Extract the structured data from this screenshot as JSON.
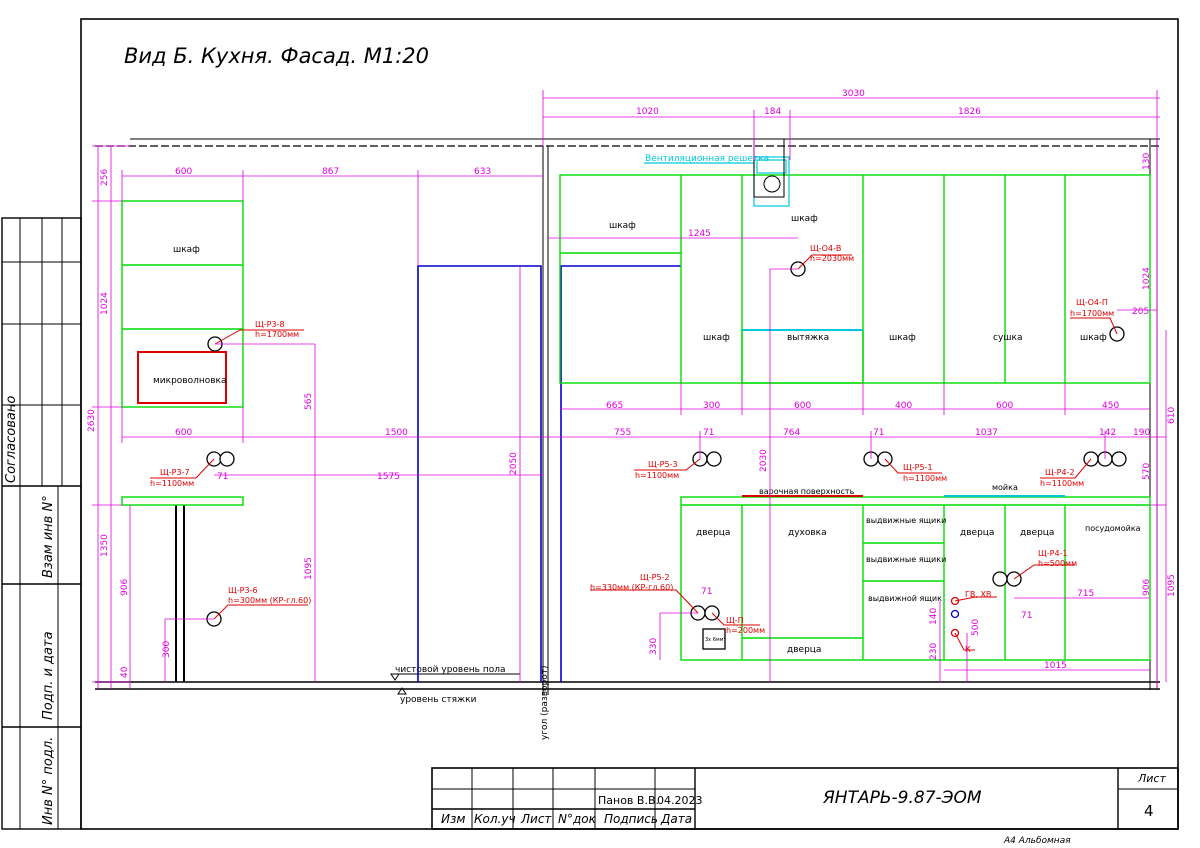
{
  "sheet": {
    "title": "Вид Б. Кухня. Фасад. М1:20",
    "sheet_label": "Лист",
    "sheet_number": "4",
    "code": "ЯНТАРЬ-9.87-ЭОМ",
    "format": "А4 Альбомная",
    "author": "Панов В.В.",
    "date": "04.2023",
    "side_labels": [
      "Согласовано",
      "Взам инв N°",
      "Подп. и дата",
      "Инв N° подл."
    ],
    "columns": [
      "Изм",
      "Кол.уч",
      "Лист",
      "N°док",
      "Подпись",
      "Дата"
    ]
  },
  "colors": {
    "frame": "#000000",
    "dimension": "#e000e0",
    "furniture": "#00dd00",
    "door": "#0000cc",
    "socket_label": "#dd0000",
    "vent": "#00c8d8"
  },
  "furniture": {
    "cabinet": "шкаф",
    "microwave": "микроволновка",
    "hood": "вытяжка",
    "dryer": "сушка",
    "hob": "варочная поверхность",
    "sink": "мойка",
    "door": "дверца",
    "oven": "духовка",
    "drawers": "выдвижные ящики",
    "drawer": "выдвижной ящик",
    "dishwasher": "посудомойка",
    "vent_grille": "Вентиляционная решетка"
  },
  "levels": {
    "finish_floor": "чистовой уровень пола",
    "screed": "уровень стяжки",
    "corner": "угол (разворот)",
    "box_label": "3x 6мм²"
  },
  "sockets": [
    {
      "id": "Щ-Р3-8",
      "height": "h=1700мм"
    },
    {
      "id": "Щ-Р3-7",
      "height": "h=1100мм"
    },
    {
      "id": "Щ-Р3-6",
      "height": "h=300мм (КР-гл.60)"
    },
    {
      "id": "Щ-О4-В",
      "height": "h=2030мм"
    },
    {
      "id": "Щ-О4-П",
      "height": "h=1700мм"
    },
    {
      "id": "Щ-Р5-3",
      "height": "h=1100мм"
    },
    {
      "id": "Щ-Р5-1",
      "height": "h=1100мм"
    },
    {
      "id": "Щ-Р4-2",
      "height": "h=1100мм"
    },
    {
      "id": "Щ-Р5-2",
      "height": "h=330мм (КР-гл.60)"
    },
    {
      "id": "Щ-П",
      "height": "h=200мм"
    },
    {
      "id": "Щ-Р4-1",
      "height": "h=500мм"
    }
  ],
  "pipes": {
    "water": "ГВ, ХВ",
    "sewer": "К"
  },
  "dims": {
    "top_3030": "3030",
    "top_1020": "1020",
    "top_184": "184",
    "top_1826": "1826",
    "d600a": "600",
    "d867": "867",
    "d633": "633",
    "d1245": "1245",
    "d665": "665",
    "d300": "300",
    "d600b": "600",
    "d400": "400",
    "d600c": "600",
    "d450": "450",
    "d600d": "600",
    "d1500": "1500",
    "d755": "755",
    "d764": "764",
    "d1037": "1037",
    "d71a": "71",
    "d71b": "71",
    "d71c": "71",
    "d71d": "71",
    "d71e": "71",
    "d142": "142",
    "d190": "190",
    "d1575": "1575",
    "d715": "715",
    "d1015": "1015",
    "d205": "205",
    "v256": "256",
    "v1024a": "1024",
    "v2630": "2630",
    "v1350": "1350",
    "v906a": "906",
    "v40": "40",
    "v300": "300",
    "v565": "565",
    "v1095a": "1095",
    "v2050": "2050",
    "v2030": "2030",
    "v330": "330",
    "v140": "140",
    "v230": "230",
    "v500": "500",
    "v130": "130",
    "v1024b": "1024",
    "v610": "610",
    "v570": "570",
    "v906b": "906",
    "v1095b": "1095"
  }
}
